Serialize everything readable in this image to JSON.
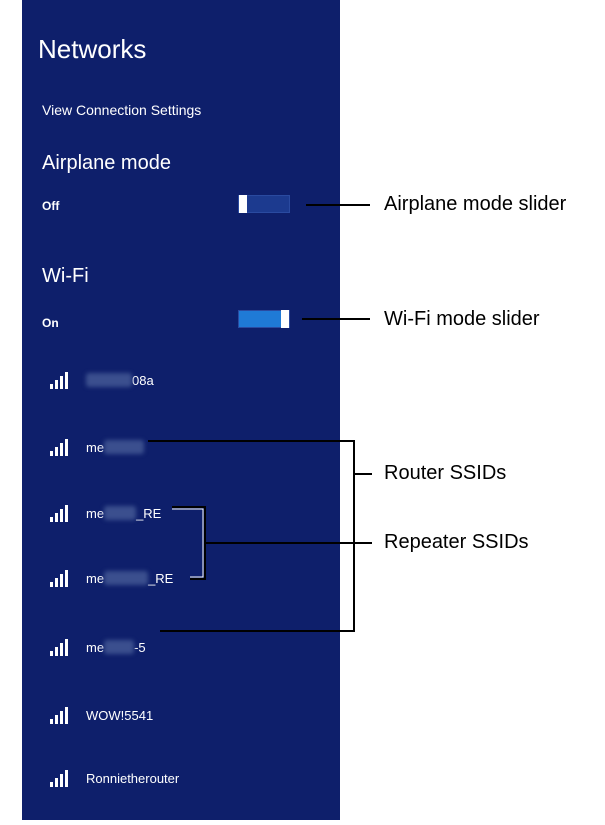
{
  "panel": {
    "title": "Networks",
    "view_settings": "View Connection Settings",
    "airplane": {
      "label": "Airplane mode",
      "state": "Off",
      "on": false
    },
    "wifi": {
      "label": "Wi-Fi",
      "state": "On",
      "on": true
    }
  },
  "networks": [
    {
      "prefix": "",
      "suffix": "08a",
      "icon": "wifi-signal-icon"
    },
    {
      "prefix": "me",
      "suffix": "",
      "icon": "wifi-signal-icon"
    },
    {
      "prefix": "me",
      "suffix": "_RE",
      "icon": "wifi-signal-icon"
    },
    {
      "prefix": "me",
      "suffix": "_RE",
      "icon": "wifi-signal-icon"
    },
    {
      "prefix": "me",
      "suffix": "-5",
      "icon": "wifi-signal-icon"
    },
    {
      "prefix": "WOW!5541",
      "suffix": "",
      "icon": "wifi-signal-icon"
    },
    {
      "prefix": "Ronnietherouter",
      "suffix": "",
      "icon": "wifi-signal-icon"
    }
  ],
  "callouts": {
    "airplane_slider": "Airplane mode slider",
    "wifi_slider": "Wi-Fi mode slider",
    "router_ssids": "Router SSIDs",
    "repeater_ssids": "Repeater SSIDs"
  },
  "colors": {
    "panel_bg": "#0e1f6b",
    "toggle_on": "#1f7ad6",
    "text": "#ffffff"
  }
}
